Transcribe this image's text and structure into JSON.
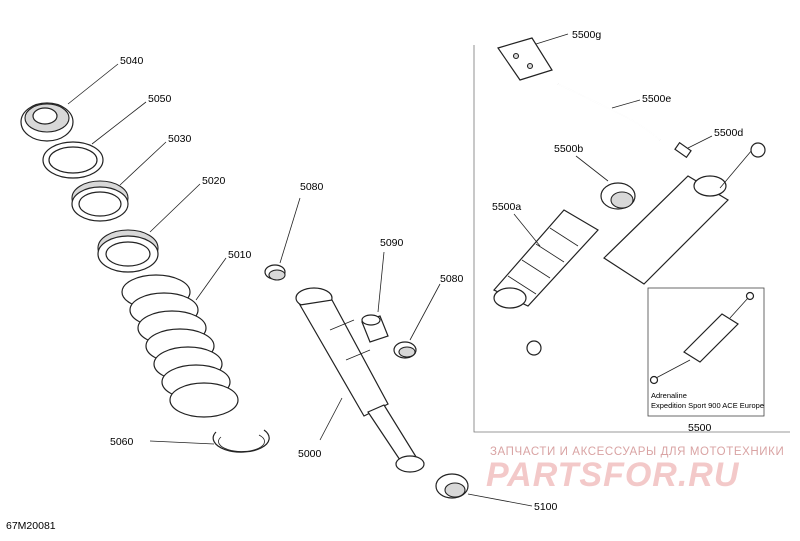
{
  "drawing_code": "67M20081",
  "labels": {
    "p5040": "5040",
    "p5050": "5050",
    "p5030": "5030",
    "p5020": "5020",
    "p5010": "5010",
    "p5060": "5060",
    "p5080a": "5080",
    "p5080b": "5080",
    "p5090": "5090",
    "p5000": "5000",
    "p5100": "5100",
    "p5500g": "5500g",
    "p5500e": "5500e",
    "p5500d": "5500d",
    "p5500b": "5500b",
    "p5500a": "5500a",
    "p5500": "5500"
  },
  "inset": {
    "line1": "Adrenaline",
    "line2": "Expedition Sport 900 ACE Europe"
  },
  "watermark": {
    "top": "ЗАПЧАСТИ И АКСЕССУАРЫ ДЛЯ МОТОТЕХНИКИ",
    "brand": "PARTSFOR.RU"
  }
}
